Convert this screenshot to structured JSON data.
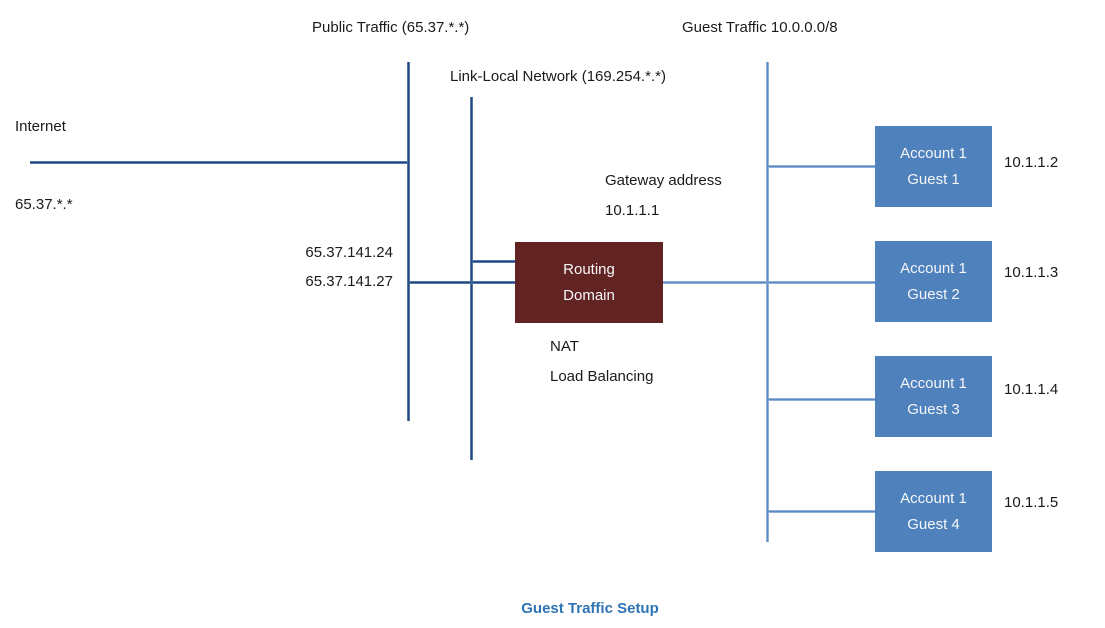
{
  "diagram": {
    "top_labels": {
      "public": "Public Traffic (65.37.*.*)",
      "guest": "Guest Traffic 10.0.0.0/8",
      "link_local": "Link-Local Network (169.254.*.*)"
    },
    "left": {
      "internet": "Internet",
      "public_cidr": "65.37.*.*",
      "nat_ip_1": "65.37.141.24",
      "nat_ip_2": "65.37.141.27"
    },
    "gateway": {
      "line1": "Gateway address",
      "line2": "10.1.1.1"
    },
    "routing_domain": {
      "line1": "Routing",
      "line2": "Domain",
      "fill_color": "#622423"
    },
    "services": {
      "nat": "NAT",
      "load_balancing": "Load Balancing"
    },
    "guests": [
      {
        "line1": "Account 1",
        "line2": "Guest 1",
        "ip": "10.1.1.2"
      },
      {
        "line1": "Account 1",
        "line2": "Guest 2",
        "ip": "10.1.1.3"
      },
      {
        "line1": "Account 1",
        "line2": "Guest 3",
        "ip": "10.1.1.4"
      },
      {
        "line1": "Account 1",
        "line2": "Guest 4",
        "ip": "10.1.1.5"
      }
    ],
    "guest_fill_color": "#4f81bd",
    "line_colors": {
      "trunk_dark": "#24497e",
      "branch_light": "#5b8ac2"
    },
    "caption": {
      "text": "Guest Traffic Setup",
      "color": "#2e74b5"
    }
  }
}
